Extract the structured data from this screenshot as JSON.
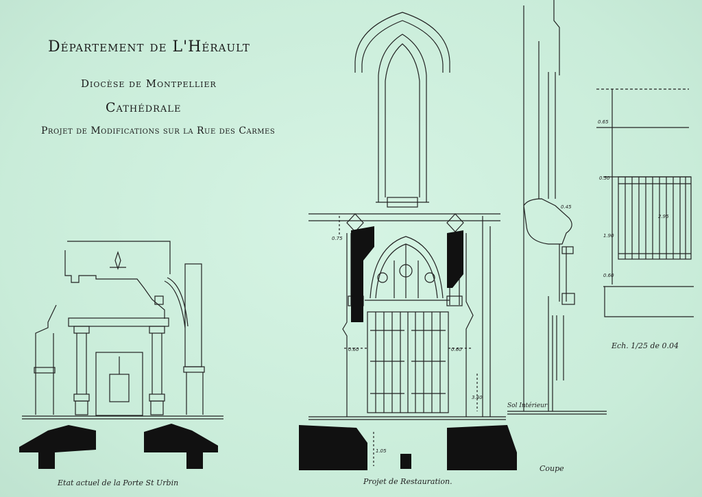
{
  "header": {
    "line1": "Département de L'Hérault",
    "line2": "Diocèse de Montpellier",
    "line3": "Cathédrale",
    "line4": "Projet de Modifications sur la Rue des Carmes"
  },
  "captions": {
    "existing": "Etat actuel de la Porte St Urbin",
    "restoration": "Projet de Restauration.",
    "section": "Coupe",
    "floor": "Sol Intérieur",
    "scale": "Ech. 1/25 de 0.04"
  },
  "dimensions": {
    "d1": "0.75",
    "d2": "0.60",
    "d3": "0.60",
    "d4": "1.05",
    "d5": "3.40",
    "d6": "0.45",
    "d7": "0.65",
    "d8": "0.50",
    "d9": "2.95",
    "d10": "1.90",
    "d11": "0.60"
  },
  "colors": {
    "paper": "#cdeedd",
    "ink": "#1a1a1a"
  }
}
